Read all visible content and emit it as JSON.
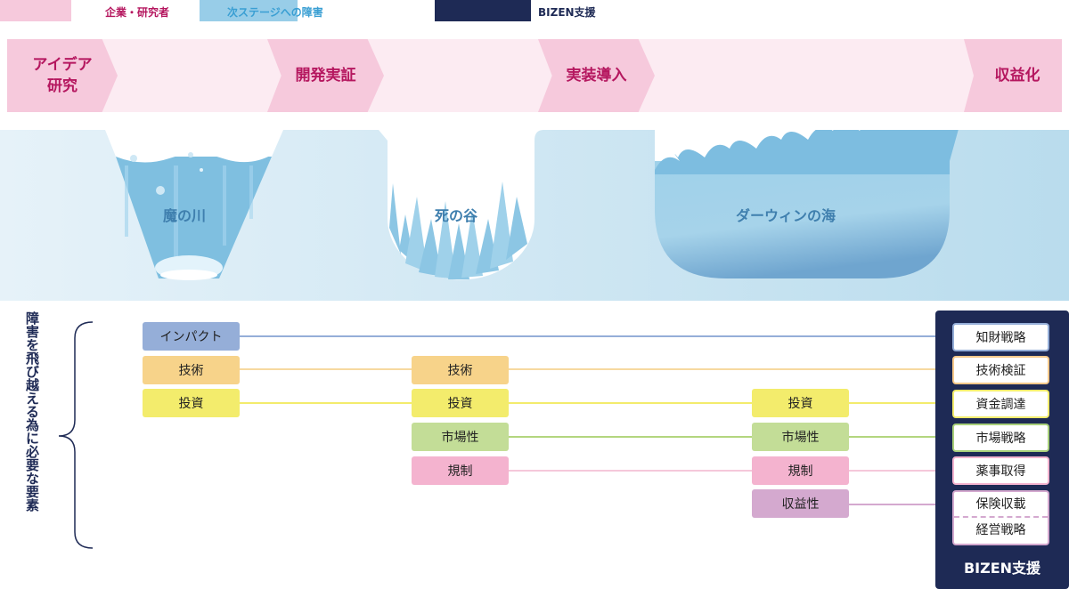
{
  "legend": [
    {
      "label": "企業・研究者",
      "color": "#f6c9dc",
      "text_color": "#b5175f"
    },
    {
      "label": "次ステージへの障害",
      "color": "#98cde8",
      "text_color": "#3a9fd3"
    },
    {
      "label": "BIZEN支援",
      "color": "#1e2a55",
      "text_color": "#1e2a55"
    }
  ],
  "stages": [
    "アイデア研究",
    "開発実証",
    "実装導入",
    "収益化"
  ],
  "stage_lines": {
    "first_a": "アイデア",
    "first_b": "研究"
  },
  "obstacles": [
    "魔の川",
    "死の谷",
    "ダーウィンの海"
  ],
  "requirements_label": "障害を飛び越える為に必要な要素",
  "elements": {
    "impact": "インパクト",
    "tech": "技術",
    "invest": "投資",
    "market": "市場性",
    "regulation": "規制",
    "profit": "収益性"
  },
  "support": {
    "title": "BIZEN支援",
    "items": [
      "知財戦略",
      "技術検証",
      "資金調達",
      "市場戦略",
      "薬事取得",
      "保険収載",
      "経営戦略"
    ]
  },
  "colors": {
    "impact": "#95aed8",
    "tech": "#f7d38a",
    "invest": "#f3ec6c",
    "market": "#c3dd97",
    "regulation": "#f4b3cf",
    "profit": "#d4a9cf"
  }
}
